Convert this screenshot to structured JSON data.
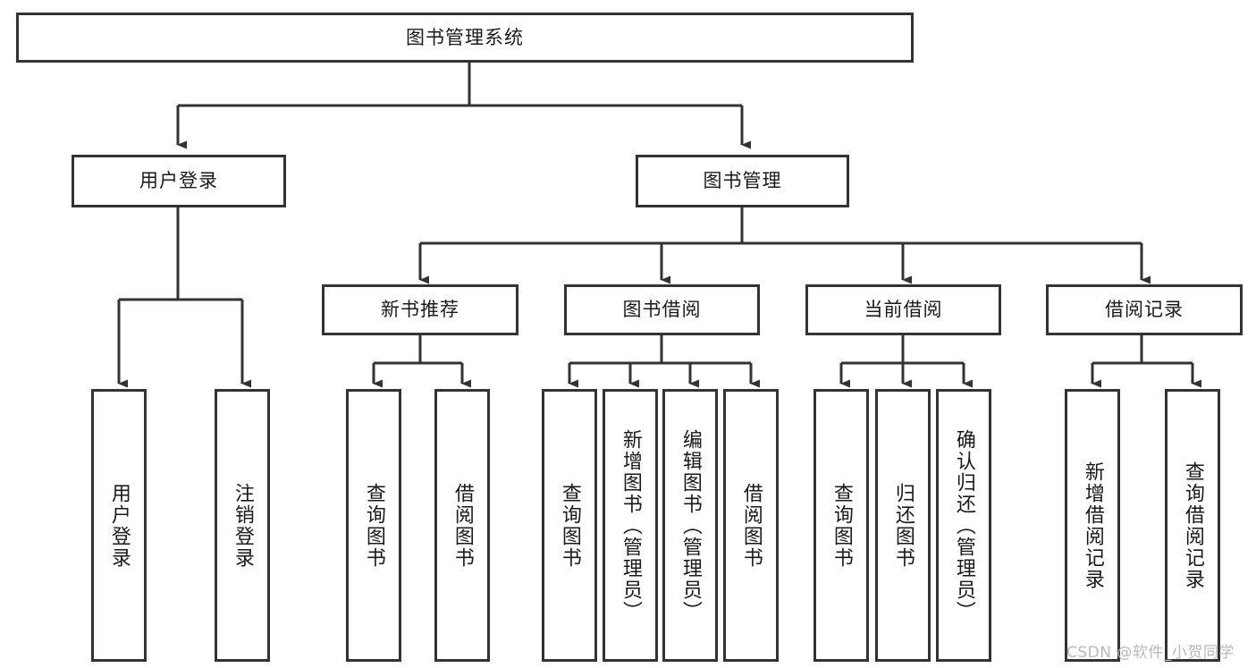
{
  "diagram": {
    "type": "tree-hierarchy-chart",
    "title_text": "图书管理系统",
    "background_color": "#ffffff",
    "line_color": "#333333",
    "box_border_color": "#333333",
    "text_color": "#1a1a1a",
    "levels": {
      "level0": {
        "label": "图书管理系统"
      },
      "level1": [
        {
          "label": "用户登录"
        },
        {
          "label": "图书管理"
        }
      ],
      "level2": [
        {
          "label": "新书推荐"
        },
        {
          "label": "图书借阅"
        },
        {
          "label": "当前借阅"
        },
        {
          "label": "借阅记录"
        }
      ],
      "leaves": {
        "user_login": [
          {
            "label": "用户登录"
          },
          {
            "label": "注销登录"
          }
        ],
        "new_book_recommend": [
          {
            "label": "查询图书"
          },
          {
            "label": "借阅图书"
          }
        ],
        "book_borrow": [
          {
            "label": "查询图书"
          },
          {
            "label": "新增图书（管理员）"
          },
          {
            "label": "编辑图书（管理员）"
          },
          {
            "label": "借阅图书"
          }
        ],
        "current_borrow": [
          {
            "label": "查询图书"
          },
          {
            "label": "归还图书"
          },
          {
            "label": "确认归还（管理员）"
          }
        ],
        "borrow_record": [
          {
            "label": "新增借阅记录"
          },
          {
            "label": "查询借阅记录"
          }
        ]
      }
    }
  },
  "watermark": {
    "text": "CSDN @软件_小贺同学",
    "color": "#b9b9b9"
  }
}
